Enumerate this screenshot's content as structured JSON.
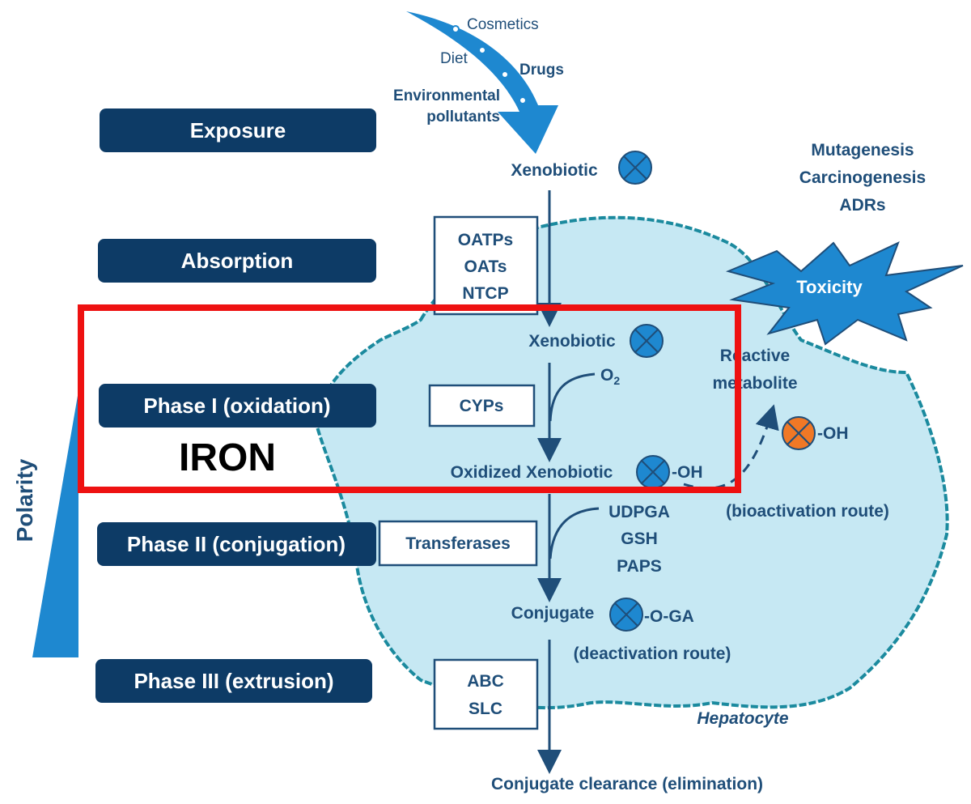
{
  "exposure_sources": {
    "cosmetics": "Cosmetics",
    "diet": "Diet",
    "drugs": "Drugs",
    "env_line1": "Environmental",
    "env_line2": "pollutants"
  },
  "stages": {
    "exposure": "Exposure",
    "absorption": "Absorption",
    "phase1": "Phase I (oxidation)",
    "phase2": "Phase II (conjugation)",
    "phase3": "Phase III (extrusion)"
  },
  "polarity_label": "Polarity",
  "transporters_uptake": [
    "OATPs",
    "OATs",
    "NTCP"
  ],
  "enzymes": {
    "phase1": "CYPs",
    "phase2": "Transferases"
  },
  "transporters_efflux": [
    "ABC",
    "SLC"
  ],
  "pathway": {
    "xenobiotic_outside": "Xenobiotic",
    "xenobiotic_inside": "Xenobiotic",
    "oxygen": "O",
    "oxygen_subscript": "2",
    "oxidized": "Oxidized Xenobiotic",
    "oh_suffix": "-OH",
    "cofactors": [
      "UDPGA",
      "GSH",
      "PAPS"
    ],
    "conjugate": "Conjugate",
    "conjugate_suffix": "-O-GA",
    "deactivation_route": "(deactivation route)",
    "clearance": "Conjugate clearance (elimination)"
  },
  "bioactivation": {
    "reactive_line1": "Reactive",
    "reactive_line2": "metabolite",
    "oh_suffix": "-OH",
    "route": "(bioactivation route)"
  },
  "toxicity": {
    "label": "Toxicity",
    "effects": [
      "Mutagenesis",
      "Carcinogenesis",
      "ADRs"
    ]
  },
  "cell_label": "Hepatocyte",
  "highlight": {
    "label": "IRON",
    "color": "#ee1111"
  },
  "colors": {
    "navy": "#0d3b66",
    "text_blue": "#1f4e79",
    "cell_fill": "#c6e8f3",
    "cell_border": "#1b8a9e",
    "accent_blue": "#1e88d0",
    "reactive_orange": "#f07826"
  }
}
